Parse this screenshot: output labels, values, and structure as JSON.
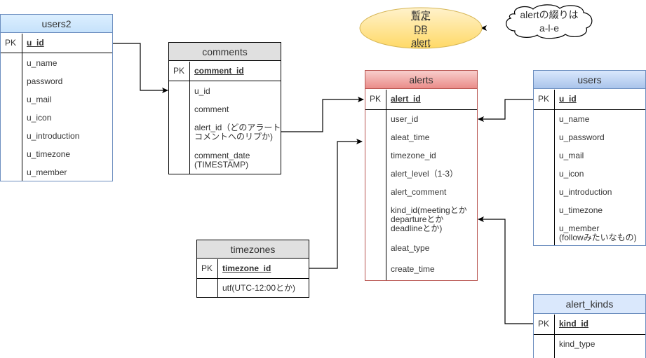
{
  "tables": {
    "users2": {
      "title": "users2",
      "pk_label": "PK",
      "pk_field": "u_id",
      "fields": [
        "u_name",
        "password",
        "u_mail",
        "u_icon",
        "u_introduction",
        "u_timezone",
        "u_member"
      ]
    },
    "comments": {
      "title": "comments",
      "pk_label": "PK",
      "pk_field": "comment_id",
      "fields": [
        "u_id",
        "comment",
        "alert_id（どのアラート",
        "コメントへのリプか)",
        "comment_date",
        "(TIMESTAMP)"
      ]
    },
    "alerts": {
      "title": "alerts",
      "pk_label": "PK",
      "pk_field": "alert_id",
      "fields": [
        "user_id",
        "aleat_time",
        "timezone_id",
        "alert_level（1-3）",
        "alert_comment",
        "kind_id(meetingとか",
        "departureとか",
        "deadlineとか)",
        "aleat_type",
        "create_time"
      ]
    },
    "users": {
      "title": "users",
      "pk_label": "PK",
      "pk_field": "u_id",
      "fields": [
        "u_name",
        "u_password",
        "u_mail",
        "u_icon",
        "u_introduction",
        "u_timezone",
        "u_member",
        "(followみたいなもの)"
      ]
    },
    "timezones": {
      "title": "timezones",
      "pk_label": "PK",
      "pk_field": "timezone_id",
      "fields": [
        "utf(UTC-12:00とか)"
      ]
    },
    "alert_kinds": {
      "title": "alert_kinds",
      "pk_label": "PK",
      "pk_field": "kind_id",
      "fields": [
        "kind_type"
      ]
    }
  },
  "notes": {
    "ellipse": {
      "lines": [
        "暫定",
        "DB",
        "alert"
      ]
    },
    "cloud": {
      "lines": [
        "alertの綴りは",
        "a-l-e"
      ]
    }
  },
  "colors": {
    "users2_header": "#cce5ff",
    "users2_border": "#6c8ebf",
    "comments_header": "#e0e0e0",
    "alerts_header": "#f19c99",
    "alerts_border": "#b85450",
    "users_header": "#a9c4eb",
    "users_border": "#6c8ebf",
    "alert_kinds_header": "#dae8fc",
    "ellipse_fill": "#ffe599",
    "ellipse_border": "#d6b656"
  }
}
